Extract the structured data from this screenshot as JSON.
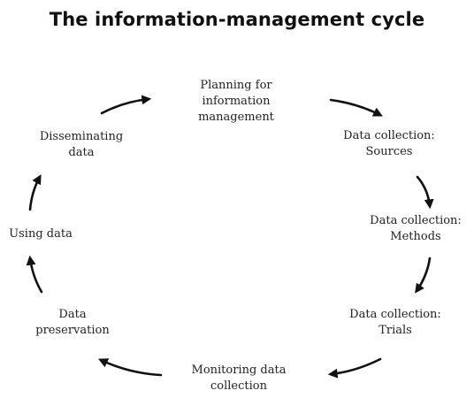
{
  "title": "The information-management cycle",
  "nodes": [
    {
      "lines": [
        "Planning for",
        "information",
        "management"
      ]
    },
    {
      "lines": [
        "Data collection:",
        "Sources"
      ]
    },
    {
      "lines": [
        "Data collection:",
        "Methods"
      ]
    },
    {
      "lines": [
        "Data collection:",
        "Trials"
      ]
    },
    {
      "lines": [
        "Monitoring data",
        "collection"
      ]
    },
    {
      "lines": [
        "Data",
        "preservation"
      ]
    },
    {
      "lines": [
        "Using data"
      ]
    },
    {
      "lines": [
        "Disseminating",
        "data"
      ]
    }
  ],
  "arrow_color": "#111111"
}
